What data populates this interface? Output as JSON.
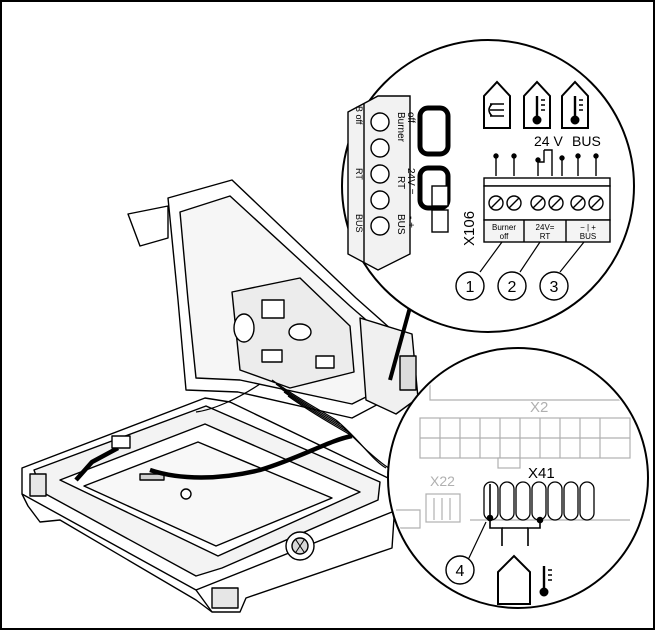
{
  "top_detail": {
    "connector_id": "X106",
    "voltage_label": "24 V",
    "bus_label": "BUS",
    "terminal_labels": {
      "burner_line1": "Burner",
      "burner_line2": "off",
      "rt_line1": "24V=",
      "rt_line2": "RT",
      "bus_polarity": "− | +",
      "bus_line2": "BUS"
    },
    "plug_labels": {
      "b_off": "B off",
      "burner_line1": "Burner",
      "burner_line2": "off",
      "rt": "RT",
      "rt_line1": "RT",
      "rt_line2": "24V =",
      "bus": "BUS",
      "bus_line1": "BUS",
      "bus_line2": "-   +"
    },
    "callouts": [
      "1",
      "2",
      "3"
    ]
  },
  "bottom_detail": {
    "x2_label": "X2",
    "x22_label": "X22",
    "x41_label": "X41",
    "callout": "4"
  },
  "icons": [
    "thermostat-sensor-icon",
    "room-thermostat-icon",
    "bus-thermostat-icon",
    "outdoor-sensor-icon"
  ]
}
